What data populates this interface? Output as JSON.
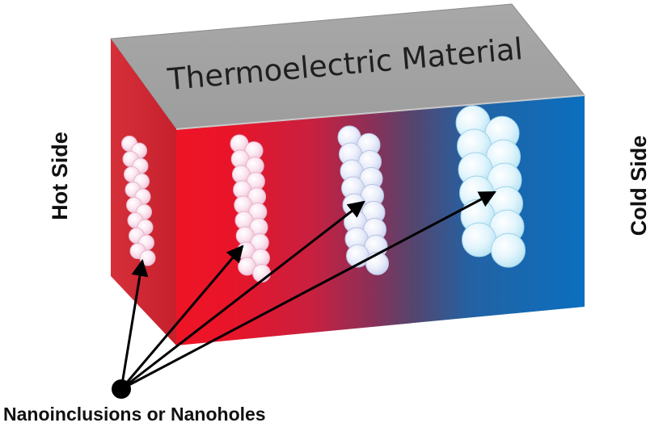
{
  "title": "Thermoelectric Material",
  "hot_side_label": "Hot Side",
  "cold_side_label": "Cold Side",
  "callout_label": "Nanoinclusions or Nanoholes",
  "colors": {
    "hot": "#e8192c",
    "cold": "#0a6fbf",
    "top_face": "#a6a6a6",
    "side_face": "#d9343c",
    "nanoinclusion_hot": "#f7d6e6",
    "nanoinclusion_cold": "#d9f1fb",
    "arrow": "#000000"
  }
}
